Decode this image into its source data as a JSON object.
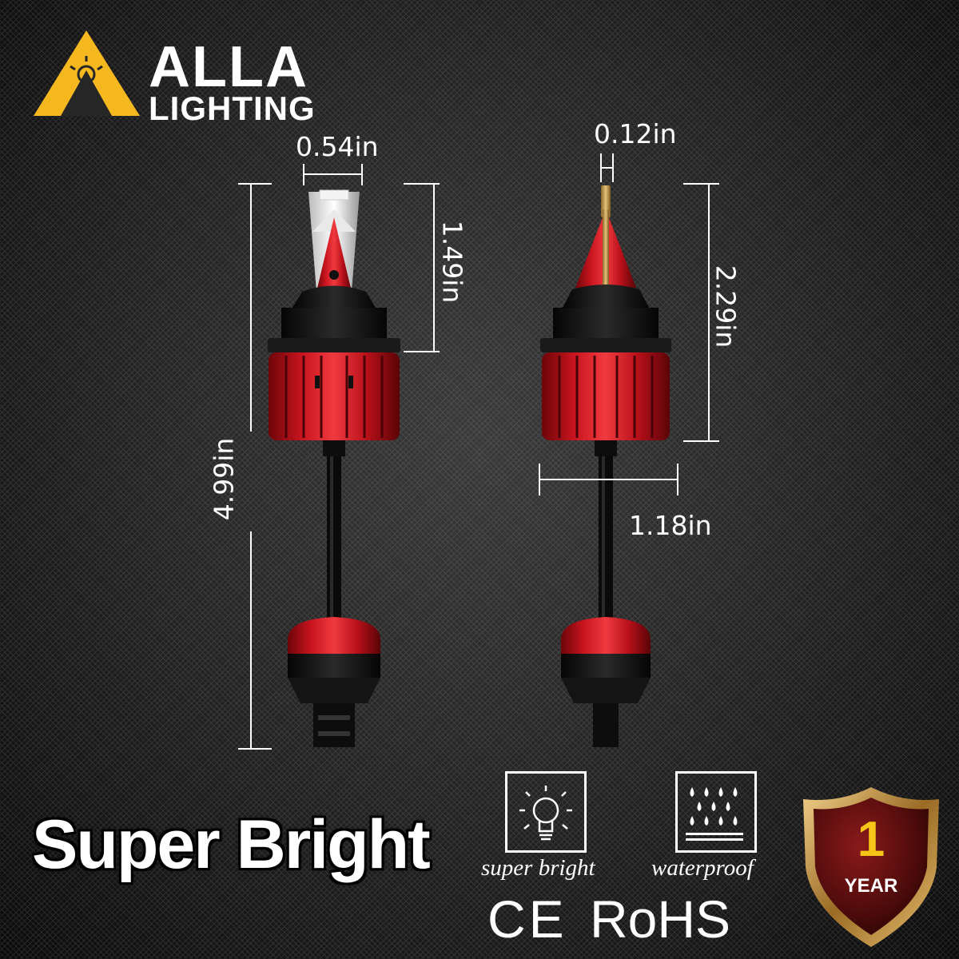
{
  "brand": {
    "name_line1": "ALLA",
    "name_line2": "LIGHTING",
    "logo_color": "#f5b81f"
  },
  "dimensions": {
    "head_width": "0.54in",
    "head_height": "1.49in",
    "total_length": "4.99in",
    "led_chip_thickness": "0.12in",
    "body_height": "2.29in",
    "body_diameter": "1.18in"
  },
  "headline": "Super Bright",
  "features": [
    {
      "label": "super bright",
      "icon": "light-bulb-icon"
    },
    {
      "label": "waterproof",
      "icon": "water-drops-icon"
    }
  ],
  "certifications": {
    "ce": "CE",
    "rohs": "RoHS"
  },
  "warranty": {
    "number": "1",
    "unit": "YEAR",
    "number_color": "#f5c518"
  },
  "colors": {
    "bulb_red": "#c8141e",
    "dark": "#111111"
  }
}
